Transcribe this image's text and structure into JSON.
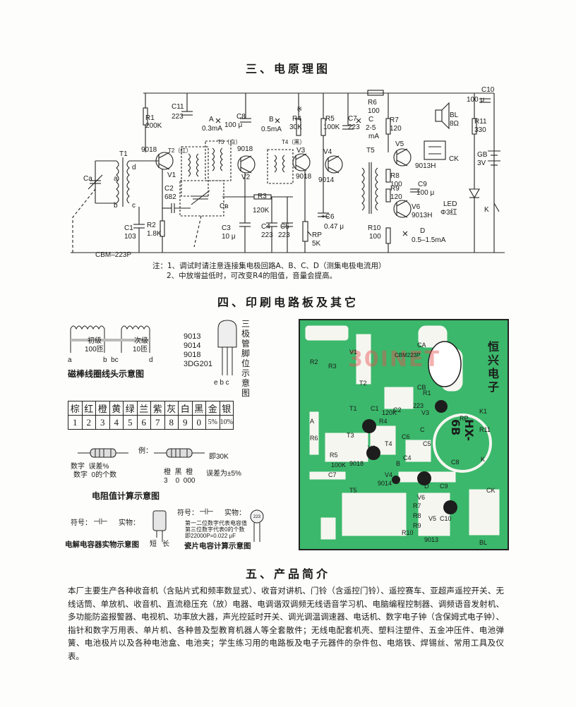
{
  "section3": {
    "title": "三、电原理图",
    "components": {
      "R1": "R1",
      "R1_val": "200K",
      "C11": "C11",
      "C11_val": "223",
      "A": "A",
      "A_cur": "0.3mA",
      "C8": "C8",
      "C8_val": "100 μ",
      "B": "B",
      "B_cur": "0.5mA",
      "star": "※",
      "R4": "R4",
      "R4_val": "30K",
      "R5": "R5",
      "R5_val": "100K",
      "C7": "C7",
      "C7_val": "223",
      "R6": "R6",
      "R6_val": "100",
      "C": "C",
      "C_cur": "2-5",
      "C_unit": "mA",
      "R7": "R7",
      "R7_val": "120",
      "BL": "BL",
      "BL_val": "8Ω",
      "C10": "C10",
      "C10_val": "100 μ",
      "R11": "R11",
      "R11_val": "330",
      "T1": "T1",
      "V1_model": "9018",
      "V1": "V1",
      "T2": "T2（红）",
      "T3": "T3（白）",
      "T4": "T4（黑）",
      "V2_model": "9018",
      "V2": "V2",
      "V3": "V3",
      "V3_model": "9018",
      "V4": "V4",
      "V4_model": "9014",
      "T5": "T5",
      "V5": "V5",
      "V5_model": "9013H",
      "CK": "CK",
      "GB": "GB",
      "GB_val": "3V",
      "Ca": "Ca",
      "a": "a",
      "b": "b",
      "c": "c",
      "d": "d",
      "C2": "C2",
      "C2_val": "682",
      "Cb": "Cв",
      "R3": "R3",
      "R3_val": "120K",
      "R8": "R8",
      "R8_val": "100",
      "C9": "C9",
      "C9_val": "100 μ",
      "R9": "R9",
      "R9_val": "120",
      "LED": "LED",
      "LED_val": "Φ3红",
      "V6": "V6",
      "V6_model": "9013H",
      "K": "K",
      "C1": "C1",
      "C1_val": "103",
      "R2": "R2",
      "R2_val": "1.8K",
      "C3": "C3",
      "C3_val": "10 μ",
      "C4": "C4",
      "C4_val": "223",
      "C5": "C5",
      "C5_val": "223",
      "C6": "+C6",
      "C6_val": "0.47 μ",
      "RP": "RP",
      "RP_val": "5K",
      "R10": "R10",
      "R10_val": "100",
      "D": "D",
      "D_cur": "0.5–1.5mA",
      "CBM": "CBM–223P"
    },
    "notes": [
      "注：1、调试时请注意连接集电极回路A、B、C、D（测集电极电流用）",
      "2、中放增益低时，可改变R4的阻值，音量会提高。"
    ]
  },
  "section4": {
    "title": "四、印刷电路板及其它",
    "coil": {
      "primary": "初级",
      "primary_turns": "100匝",
      "secondary": "次级",
      "secondary_turns": "10匝",
      "pins_left": "a",
      "pins_mid": "b  bc",
      "pins_right": "d",
      "caption": "磁棒线圈线头示意图"
    },
    "transistor": {
      "models": [
        "9013",
        "9014",
        "9018",
        "3DG201"
      ],
      "pins": "e b c",
      "caption": "三极管脚位示意图"
    },
    "color_table": {
      "colors": [
        "棕",
        "红",
        "橙",
        "黄",
        "绿",
        "兰",
        "紫",
        "灰",
        "白",
        "黑",
        "金",
        "银"
      ],
      "values": [
        "1",
        "2",
        "3",
        "4",
        "5",
        "6",
        "7",
        "8",
        "9",
        "0",
        "5%",
        "10%"
      ]
    },
    "resistor_calc": {
      "left_labels": "数字  误差%",
      "left_labels2": "数字  0的个数",
      "example": "例：",
      "example_colors": "橙  黑  橙",
      "example_digits": "3    0  000",
      "result": "即30K",
      "tolerance": "误差为±5%",
      "caption": "电阻值计算示意图"
    },
    "electrolytic": {
      "symbol_label": "符号：",
      "real_label": "实物：",
      "short": "短",
      "long": "长",
      "caption": "电解电容器实物示意图"
    },
    "ceramic": {
      "symbol_label": "符号：",
      "real_label": "实物：",
      "code": "223",
      "line1": "第一二位数字代表电容值",
      "line2": "第三位数字代表0的个数",
      "line3": "即22000P=0.022 μF",
      "caption": "瓷片电容计算示意图"
    },
    "pcb": {
      "brand": "恒兴电子",
      "model": "HX-6B",
      "watermark": "30INET",
      "labels": [
        "A",
        "B",
        "C",
        "D",
        "K",
        "K1",
        "RP",
        "CK",
        "BL",
        "T1",
        "T2",
        "T3",
        "T4",
        "T5",
        "R5",
        "R6",
        "C7",
        "9018",
        "9014",
        "9013",
        "C9",
        "C10",
        "V1",
        "V2",
        "V3",
        "V4",
        "V5",
        "V6",
        "CA",
        "CB",
        "CBM223P",
        "120K",
        "100K",
        "223",
        "R7",
        "R8",
        "R9",
        "R10",
        "R11",
        "C1",
        "C2",
        "C3",
        "C4",
        "C5",
        "C6",
        "C8",
        "R1",
        "R2",
        "R3",
        "R4"
      ]
    }
  },
  "section5": {
    "title": "五、产品简介",
    "text": "本厂主要生产各种收音机（含贴片式和频率数显式）、收音对讲机、门铃（含遥控门铃）、遥控赛车、亚超声遥控开关、无线话筒、单放机、收音机、直流稳压充（放）电器、电调谐双调频无线语音学习机、电脑编程控制器、调频语音发射机、多功能防盗报警器、电视机、功率放大器，声光控延时开关、调光调温调速器、电话机、数字电子钟（含保姆式电子钟）、指针和数字万用表、单片机、各种普及型教育机器人等全套散件；无线电配套机壳、塑料注塑件、五金冲压件、电池弹簧、电池极片以及各种电池盒、电池夹；学生练习用的电路板及电子元器件的杂件包、电烙铁、焊锡丝、常用工具及仪表。"
  }
}
